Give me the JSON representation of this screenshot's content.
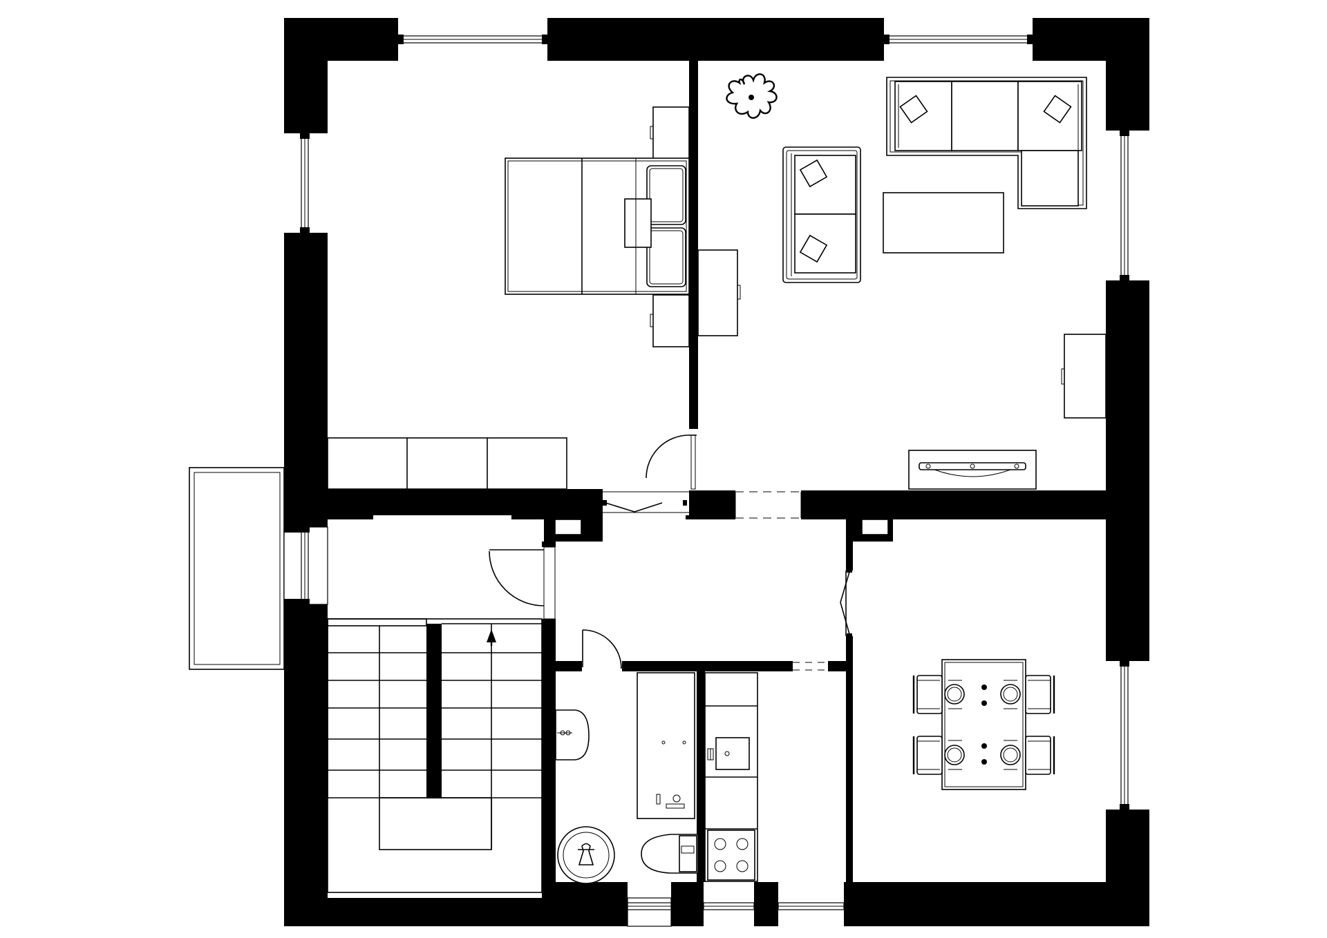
{
  "plan": {
    "colors": {
      "wall": "#000000",
      "background": "#ffffff",
      "window_glass": "#e6e6e6"
    }
  },
  "rooms": [
    {
      "id": "bedroom",
      "furniture": [
        "double-bed",
        "nightstand",
        "nightstand",
        "wardrobe",
        "desk"
      ]
    },
    {
      "id": "living-room",
      "furniture": [
        "sectional-sofa",
        "armchair-sofa",
        "coffee-table",
        "potted-plant",
        "tv-stand",
        "sideboard"
      ]
    },
    {
      "id": "hallway",
      "furniture": []
    },
    {
      "id": "staircase",
      "furniture": [
        "stairs",
        "direction-arrow"
      ]
    },
    {
      "id": "bathroom",
      "furniture": [
        "toilet",
        "bathtub",
        "washing-machine"
      ]
    },
    {
      "id": "kitchen",
      "furniture": [
        "sink",
        "stove",
        "counter"
      ]
    },
    {
      "id": "dining-room",
      "furniture": [
        "dining-table",
        "chair",
        "chair",
        "chair",
        "chair"
      ]
    },
    {
      "id": "balcony",
      "furniture": []
    }
  ],
  "icons": [
    "door-swing-icon",
    "window-icon",
    "stair-arrow-icon",
    "plant-icon"
  ]
}
